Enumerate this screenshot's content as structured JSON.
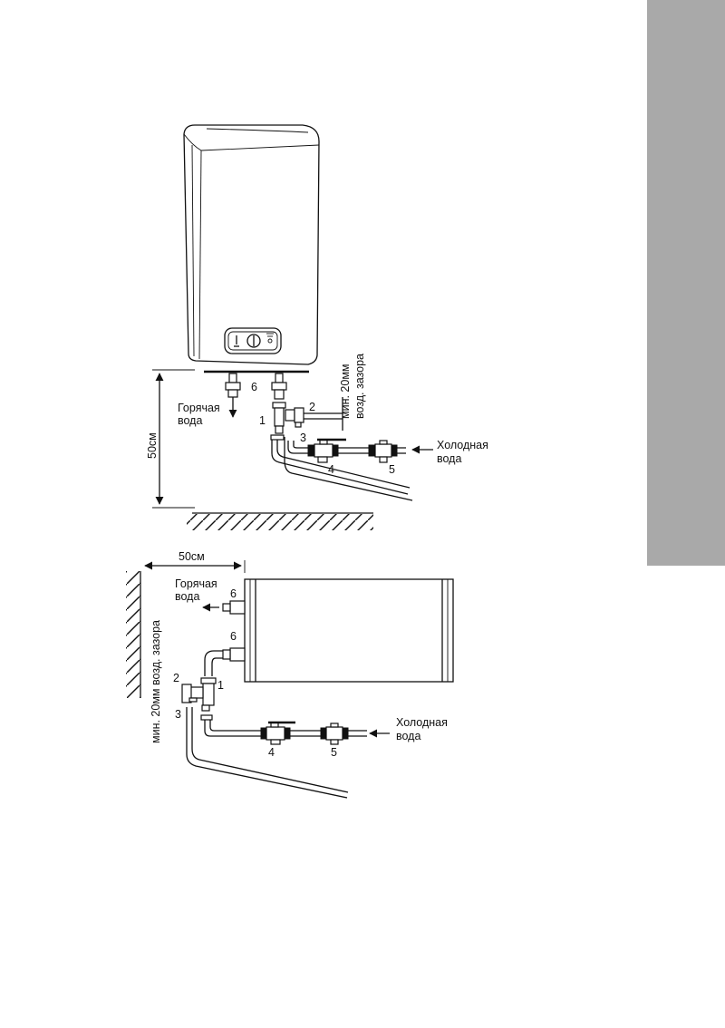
{
  "colors": {
    "side_tab": "#a9a9a9",
    "ink": "#111111"
  },
  "vertical": {
    "hot_water_line1": "Горячая",
    "hot_water_line2": "вода",
    "cold_water_line1": "Холодная",
    "cold_water_line2": "вода",
    "distance": "50см",
    "gap_line1": "мин. 20мм",
    "gap_line2": "возд. зазора",
    "parts": {
      "p1": "1",
      "p2": "2",
      "p3": "3",
      "p4": "4",
      "p5": "5",
      "p6": "6"
    }
  },
  "horizontal": {
    "distance": "50см",
    "hot_water_line1": "Горячая",
    "hot_water_line2": "вода",
    "cold_water_line1": "Холодная",
    "cold_water_line2": "вода",
    "gap": "мин. 20мм возд. зазора",
    "parts": {
      "p1": "1",
      "p2": "2",
      "p3": "3",
      "p4": "4",
      "p5": "5",
      "p6a": "6",
      "p6b": "6"
    }
  }
}
